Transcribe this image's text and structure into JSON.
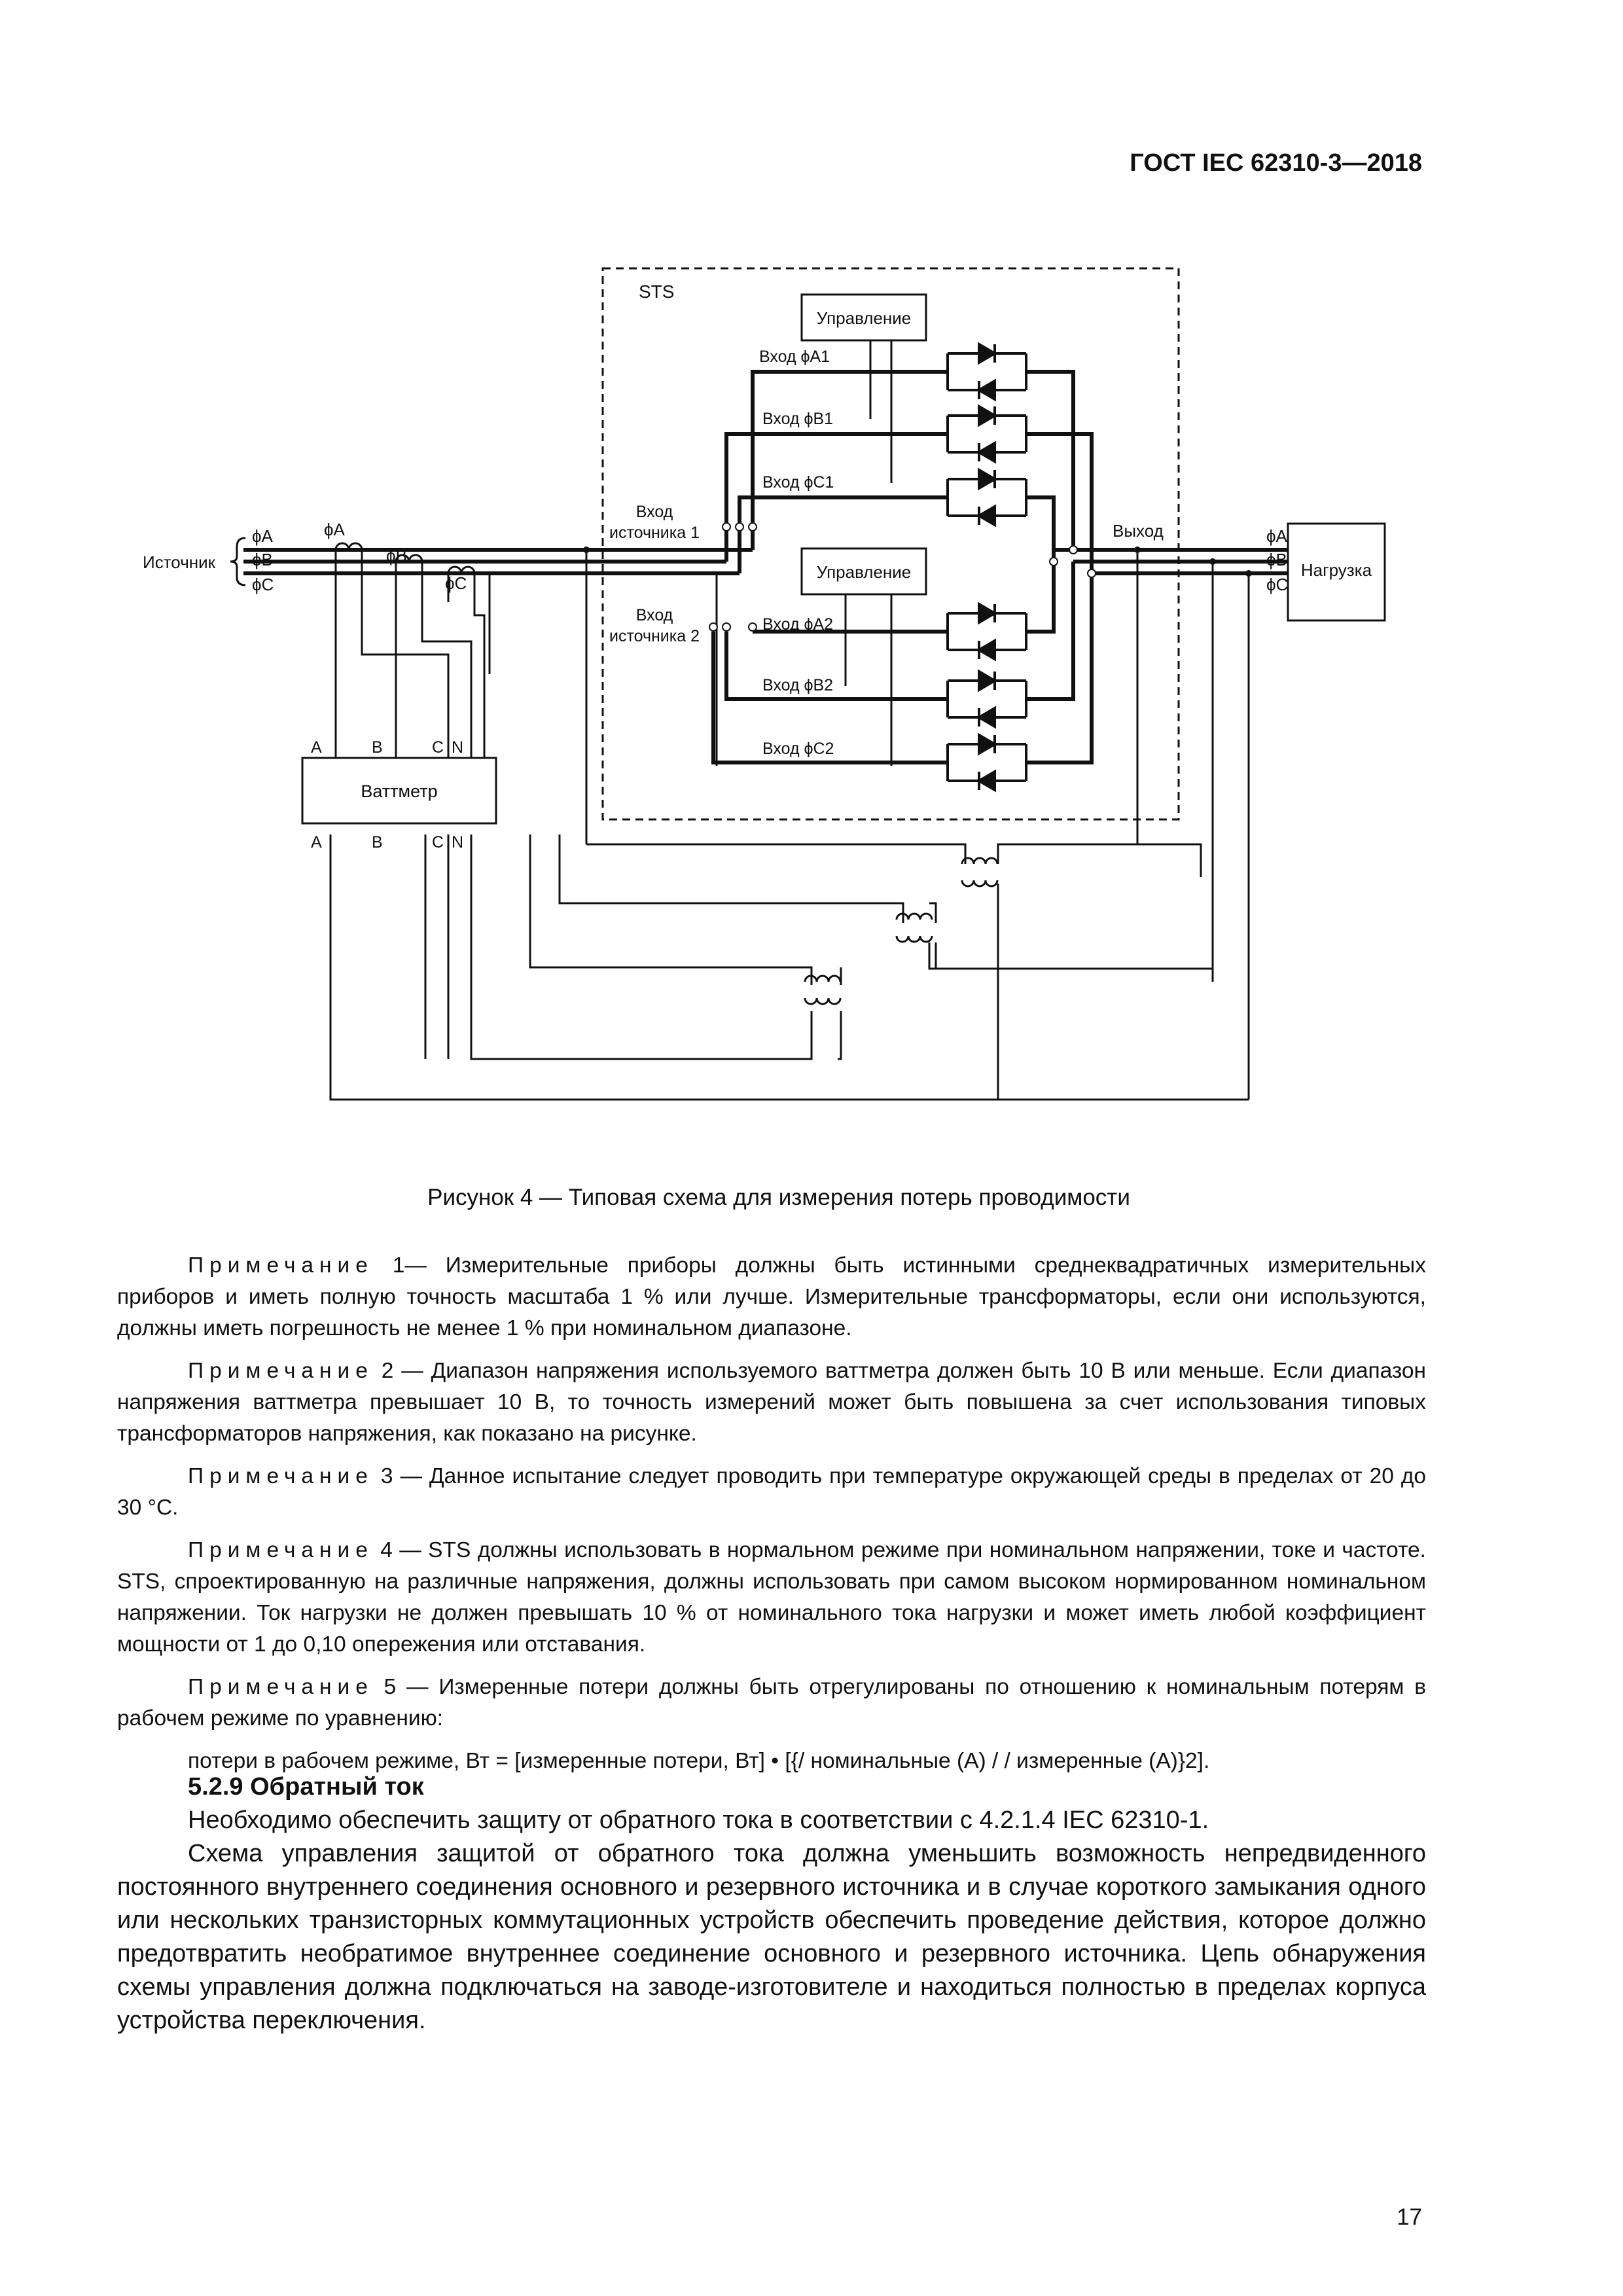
{
  "header": {
    "standard": "ГОСТ IEC 62310-3—2018"
  },
  "diagram": {
    "sts": "STS",
    "control_top": "Управление",
    "control_bottom": "Управление",
    "in_a1": "Вход ϕA1",
    "in_b1": "Вход ϕB1",
    "in_c1": "Вход ϕC1",
    "in_a2": "Вход ϕA2",
    "in_b2": "Вход ϕB2",
    "in_c2": "Вход ϕC2",
    "src1_l1": "Вход",
    "src1_l2": "источника 1",
    "src2_l1": "Вход",
    "src2_l2": "источника 2",
    "output": "Выход",
    "source": "Источник",
    "load": "Нагрузка",
    "wattmeter": "Ваттметр",
    "pa": "ϕA",
    "pb": "ϕB",
    "pc": "ϕC",
    "tA": "A",
    "tB": "B",
    "tC": "C",
    "tN": "N"
  },
  "caption": "Рисунок 4 — Типовая схема для измерения потерь проводимости",
  "notes": [
    {
      "label": "Примечание",
      "text": " 1— Измерительные приборы должны быть истинными среднеквадратичных измерительных приборов и иметь полную точность масштаба 1 % или лучше. Измерительные трансформаторы, если они используются, должны иметь погрешность не менее 1 % при номинальном диапазоне."
    },
    {
      "label": "Примечание",
      "text": " 2 — Диапазон напряжения используемого ваттметра должен быть 10 В или меньше. Если диапазон напряжения ваттметра превышает 10 В, то точность измерений может быть повышена за счет использования типовых трансформаторов напряжения, как показано на рисунке."
    },
    {
      "label": "Примечание",
      "text": " 3 — Данное испытание следует проводить при температуре окружающей среды в пределах от 20 до 30 °С."
    },
    {
      "label": "Примечание",
      "text": " 4 — STS должны использовать в нормальном режиме при номинальном напряжении, токе и частоте. STS, спроектированную на различные напряжения, должны использовать при самом высоком нормированном номинальном напряжении. Ток нагрузки не должен превышать 10 % от номинального тока нагрузки и может иметь любой коэффициент мощности от 1 до 0,10 опережения или отставания."
    },
    {
      "label": "Примечание",
      "text": " 5 — Измеренные потери должны быть отрегулированы по отношению к номинальным потерям в рабочем режиме по уравнению:"
    }
  ],
  "formula": "потери в рабочем режиме, Вт = [измеренные потери, Вт] • [{/ номинальные (А) / / измеренные (А)}2].",
  "section": {
    "heading": "5.2.9 Обратный ток",
    "p1": "Необходимо обеспечить защиту от обратного тока в соответствии с 4.2.1.4 IEC 62310-1.",
    "p2": "Схема управления защитой от обратного тока должна уменьшить возможность непредвиденного постоянного внутреннего соединения основного и резервного источника и в случае короткого замыкания одного или нескольких транзисторных коммутационных устройств обеспечить проведение действия, которое должно предотвратить необратимое внутреннее соединение основного и резервного источника. Цепь обнаружения схемы управления должна подключаться на заводе-изготовителе и находиться полностью в пределах корпуса устройства переключения."
  },
  "page_number": "17"
}
